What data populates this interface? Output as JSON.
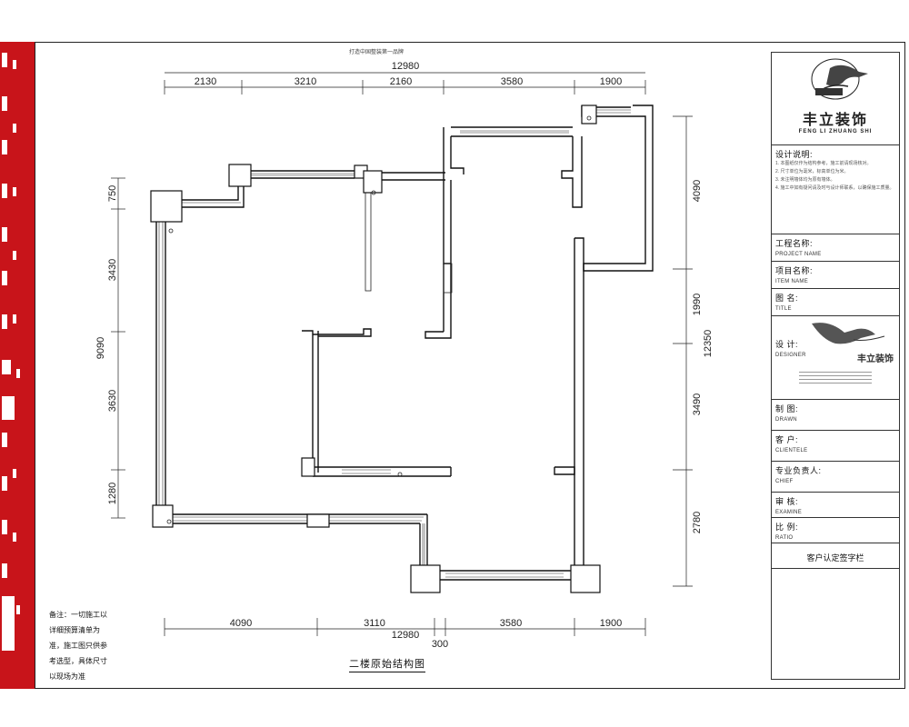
{
  "slogan": "打造中国整装第一品牌",
  "plan_title": "二楼原始结构图",
  "top_dims": {
    "total": "12980",
    "segments": [
      "2130",
      "3210",
      "2160",
      "3580",
      "1900"
    ]
  },
  "bottom_dims": {
    "total": "12980",
    "segments": [
      "4090",
      "3110",
      "300",
      "3580",
      "1900"
    ]
  },
  "left_dims": {
    "total": "9090",
    "segments": [
      "750",
      "3430",
      "3630",
      "1280"
    ]
  },
  "right_dims": {
    "total": "12350",
    "segments": [
      "4090",
      "1990",
      "3490",
      "2780"
    ]
  },
  "remark": "备注：一切施工以详细预算清单为准，施工图只供参考选型，具体尺寸以现场为准",
  "title_block": {
    "logo_cn": "丰立装饰",
    "logo_pinyin": "FENG LI ZHUANG SHI",
    "logo_mark": "丰立装饰",
    "notes_title": "设计说明:",
    "notes": [
      "1. 本图纸仅作为结构参考，施工前请现场核对。",
      "2. 尺寸单位为毫米，标高单位为米。",
      "3. 未注明墙体均为原有墙体。",
      "4. 施工中如有疑问请及时与设计师联系，以确保施工质量。"
    ],
    "project_name_label": "工程名称:",
    "project_name_en": "PROJECT NAME",
    "item_name_label": "项目名称:",
    "item_name_en": "ITEM NAME",
    "title_label": "图 名:",
    "title_en": "TITLE",
    "designer_label": "设 计:",
    "designer_en": "DESIGNER",
    "drawn_label": "制 图:",
    "drawn_en": "DRAWN",
    "client_label": "客 户:",
    "client_en": "CLIENTELE",
    "chief_label": "专业负责人:",
    "chief_en": "CHIEF",
    "examine_label": "审 核:",
    "examine_en": "EXAMINE",
    "ratio_label": "比 例:",
    "ratio_en": "RATIO",
    "signature_label": "客户认定签字栏"
  },
  "colors": {
    "strip_red": "#c8141a",
    "line": "#111111"
  }
}
